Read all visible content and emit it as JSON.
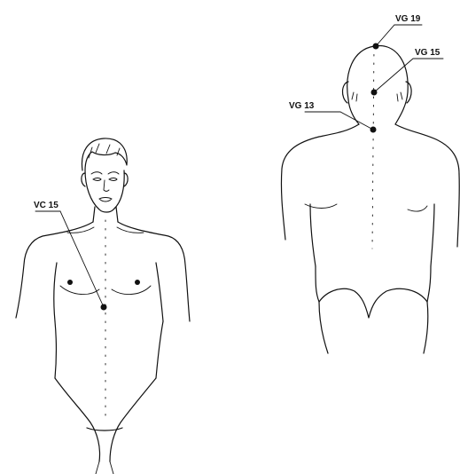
{
  "figure": {
    "front_view": {
      "points": [
        {
          "label": "VC 15"
        }
      ]
    },
    "back_view": {
      "points": [
        {
          "label": "VG 19"
        },
        {
          "label": "VG 15"
        },
        {
          "label": "VG 13"
        }
      ]
    }
  }
}
